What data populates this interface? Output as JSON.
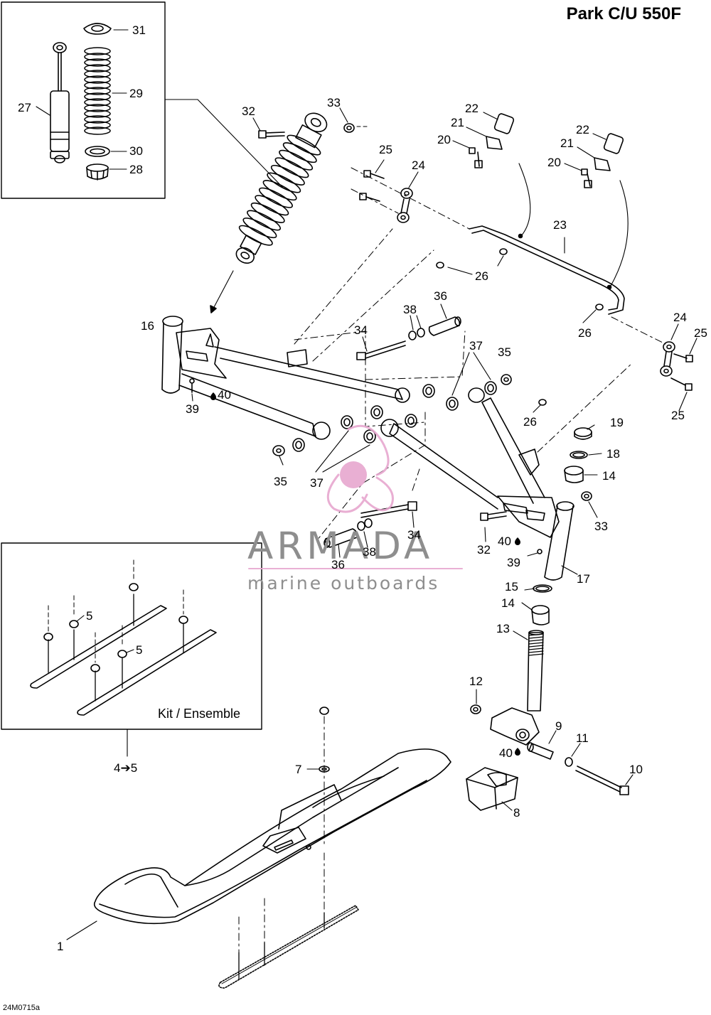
{
  "title": "Park C/U 550F",
  "drawing_code": "24M0715a",
  "kit_label": "Kit / Ensemble",
  "watermark": {
    "brand": "ARMADA",
    "tagline": "marine outboards",
    "logo_color": "#e7a7cf"
  },
  "callouts": [
    {
      "id": "c31",
      "text": "31"
    },
    {
      "id": "c29",
      "text": "29"
    },
    {
      "id": "c27",
      "text": "27"
    },
    {
      "id": "c30",
      "text": "30"
    },
    {
      "id": "c28",
      "text": "28"
    },
    {
      "id": "c32a",
      "text": "32"
    },
    {
      "id": "c33a",
      "text": "33"
    },
    {
      "id": "c22a",
      "text": "22"
    },
    {
      "id": "c21a",
      "text": "21"
    },
    {
      "id": "c20a",
      "text": "20"
    },
    {
      "id": "c22b",
      "text": "22"
    },
    {
      "id": "c21b",
      "text": "21"
    },
    {
      "id": "c20b",
      "text": "20"
    },
    {
      "id": "c25a",
      "text": "25"
    },
    {
      "id": "c24a",
      "text": "24"
    },
    {
      "id": "c23",
      "text": "23"
    },
    {
      "id": "c26a",
      "text": "26"
    },
    {
      "id": "c26b",
      "text": "26"
    },
    {
      "id": "c24b",
      "text": "24"
    },
    {
      "id": "c25b",
      "text": "25"
    },
    {
      "id": "c25c",
      "text": "25"
    },
    {
      "id": "c16",
      "text": "16"
    },
    {
      "id": "c36a",
      "text": "36"
    },
    {
      "id": "c38a",
      "text": "38"
    },
    {
      "id": "c34a",
      "text": "34"
    },
    {
      "id": "c37a",
      "text": "37"
    },
    {
      "id": "c35a",
      "text": "35"
    },
    {
      "id": "c40a",
      "text": "40"
    },
    {
      "id": "c39a",
      "text": "39"
    },
    {
      "id": "c26c",
      "text": "26"
    },
    {
      "id": "c19",
      "text": "19"
    },
    {
      "id": "c18",
      "text": "18"
    },
    {
      "id": "c14a",
      "text": "14"
    },
    {
      "id": "c35b",
      "text": "35"
    },
    {
      "id": "c37b",
      "text": "37"
    },
    {
      "id": "c33b",
      "text": "33"
    },
    {
      "id": "c34b",
      "text": "34"
    },
    {
      "id": "c32b",
      "text": "32"
    },
    {
      "id": "c40b",
      "text": "40"
    },
    {
      "id": "c39b",
      "text": "39"
    },
    {
      "id": "c38b",
      "text": "38"
    },
    {
      "id": "c36b",
      "text": "36"
    },
    {
      "id": "c17",
      "text": "17"
    },
    {
      "id": "c15",
      "text": "15"
    },
    {
      "id": "c14b",
      "text": "14"
    },
    {
      "id": "c13",
      "text": "13"
    },
    {
      "id": "c5a",
      "text": "5"
    },
    {
      "id": "c5b",
      "text": "5"
    },
    {
      "id": "c12",
      "text": "12"
    },
    {
      "id": "c9",
      "text": "9"
    },
    {
      "id": "c11",
      "text": "11"
    },
    {
      "id": "c40c",
      "text": "40"
    },
    {
      "id": "c10",
      "text": "10"
    },
    {
      "id": "c45",
      "text": "4➔5"
    },
    {
      "id": "c7",
      "text": "7"
    },
    {
      "id": "c8",
      "text": "8"
    },
    {
      "id": "c1",
      "text": "1"
    }
  ]
}
